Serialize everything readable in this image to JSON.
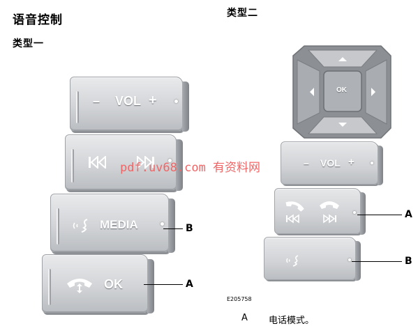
{
  "page": {
    "title": "语音控制",
    "type1_heading": "类型一",
    "type2_heading": "类型二"
  },
  "type1": {
    "vol_minus": "–",
    "vol_label": "VOL",
    "vol_plus": "+",
    "media_label": "MEDIA",
    "ok_label": "OK"
  },
  "type2": {
    "ok_label": "OK",
    "vol_minus": "–",
    "vol_label": "VOL",
    "vol_plus": "+"
  },
  "callouts": {
    "a": "A",
    "b": "B"
  },
  "figure_id": "E205758",
  "legend": {
    "a_letter": "A",
    "a_text": "电话模式。"
  },
  "watermark": "pdf.uv68.com 有资料网",
  "colors": {
    "button_face": "#d2d4d7",
    "dpad_dark": "#8c8f93",
    "watermark": "#f06666"
  },
  "icons": [
    "seek-back-icon",
    "seek-forward-icon",
    "voice-icon",
    "phone-icon",
    "arrow-up-icon",
    "arrow-down-icon",
    "arrow-left-icon",
    "arrow-right-icon"
  ]
}
